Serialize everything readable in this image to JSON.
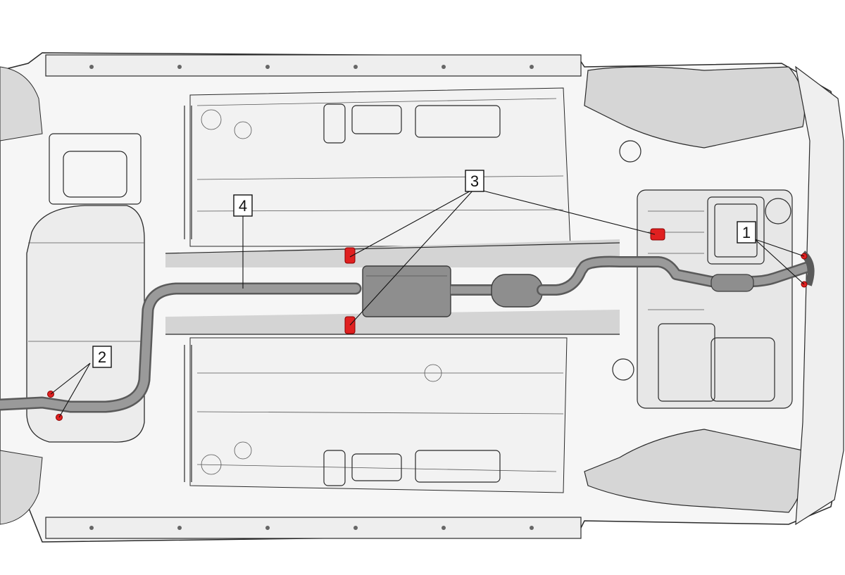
{
  "callouts": [
    {
      "id": "callout-1",
      "label": "1"
    },
    {
      "id": "callout-2",
      "label": "2"
    },
    {
      "id": "callout-3",
      "label": "3"
    },
    {
      "id": "callout-4",
      "label": "4"
    }
  ],
  "colors": {
    "exhaust_pipe": "#8e8e8e",
    "exhaust_pipe_dark": "#5a5a5a",
    "isolator_highlight": "#e02020",
    "body_fill": "#f4f4f4",
    "body_shadow": "#c9c9c9",
    "outline": "#2a2a2a"
  }
}
